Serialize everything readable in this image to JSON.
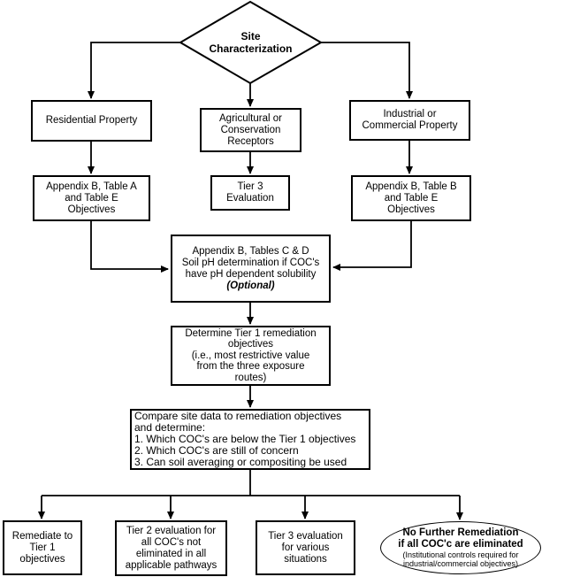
{
  "diagram": {
    "title": "Site Characterization flowchart",
    "colors": {
      "line": "#000000",
      "box_border": "#000000",
      "background": "#ffffff",
      "text": "#000000"
    },
    "nodes": {
      "site_characterization": {
        "shape": "diamond",
        "label": "Site\nCharacterization"
      },
      "residential": {
        "shape": "rect",
        "label": "Residential Property"
      },
      "agricultural": {
        "shape": "rect",
        "label": "Agricultural or\nConservation\nReceptors"
      },
      "industrial": {
        "shape": "rect",
        "label": "Industrial or\nCommercial Property"
      },
      "appendix_a": {
        "shape": "rect",
        "label": "Appendix B, Table A\nand Table E\nObjectives"
      },
      "tier3_evaluation": {
        "shape": "rect",
        "label": "Tier 3\nEvaluation"
      },
      "appendix_b": {
        "shape": "rect",
        "label": "Appendix B, Table B\nand Table E\nObjectives"
      },
      "tables_cd": {
        "shape": "rect",
        "label": "Appendix B, Tables C & D\nSoil pH determination if COC's\nhave pH dependent solubility",
        "note": "(Optional)"
      },
      "determine_tier1": {
        "shape": "rect",
        "label": "Determine Tier 1 remediation\nobjectives\n(i.e., most restrictive value\nfrom the three exposure\nroutes)"
      },
      "compare": {
        "shape": "rect",
        "label": "Compare site data to remediation objectives\nand determine:\n1. Which COC's are below the Tier 1 objectives\n2. Which COC's are still of concern\n3. Can soil averaging or compositing be used"
      },
      "remediate": {
        "shape": "rect",
        "label": "Remediate to\nTier 1\nobjectives"
      },
      "tier2_evaluation": {
        "shape": "rect",
        "label": "Tier 2 evaluation for\nall COC's not\neliminated in all\napplicable pathways"
      },
      "tier3_various": {
        "shape": "rect",
        "label": "Tier 3 evaluation\nfor various\nsituations"
      },
      "no_further_remediation": {
        "shape": "ellipse",
        "title": "No Further Remediation\nif all COC'c are eliminated",
        "subtitle": "(Institutional controls required for\nindustrial/commercial objectives)"
      }
    }
  }
}
